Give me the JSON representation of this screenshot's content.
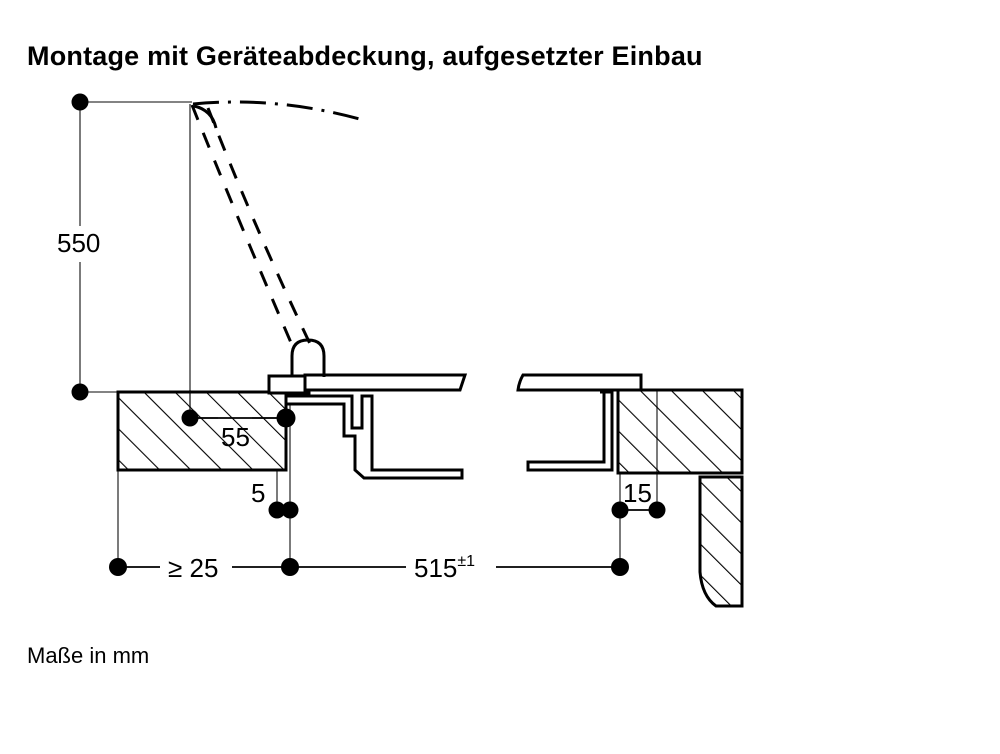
{
  "document": {
    "title": "Montage mit Geräteabdeckung, aufgesetzter Einbau",
    "footnote": "Maße in mm",
    "type": "technical-installation-drawing"
  },
  "dimensions": {
    "height_above_worktop": "550",
    "worktop_thickness": "55",
    "front_offset": "5",
    "rear_offset": "15",
    "min_left_clearance": "≥ 25",
    "cutout_width": "515",
    "cutout_width_tolerance": "±1"
  },
  "labels": {
    "d550": "550",
    "d55": "55",
    "d5": "5",
    "d15": "15",
    "d25": "≥ 25",
    "d515_base": "515",
    "d515_sup": "±1"
  },
  "colors": {
    "ink": "#000000",
    "thin_line": "#3a3a3a",
    "paper": "#ffffff"
  },
  "chart_data": {
    "type": "table",
    "title": "Montage mit Geräteabdeckung, aufgesetzter Einbau",
    "categories": [
      "550",
      "55",
      "5",
      "15",
      "≥ 25",
      "515±1"
    ],
    "values": [
      550,
      55,
      5,
      15,
      25,
      515
    ],
    "xlabel": "",
    "ylabel": "Maße in mm"
  }
}
